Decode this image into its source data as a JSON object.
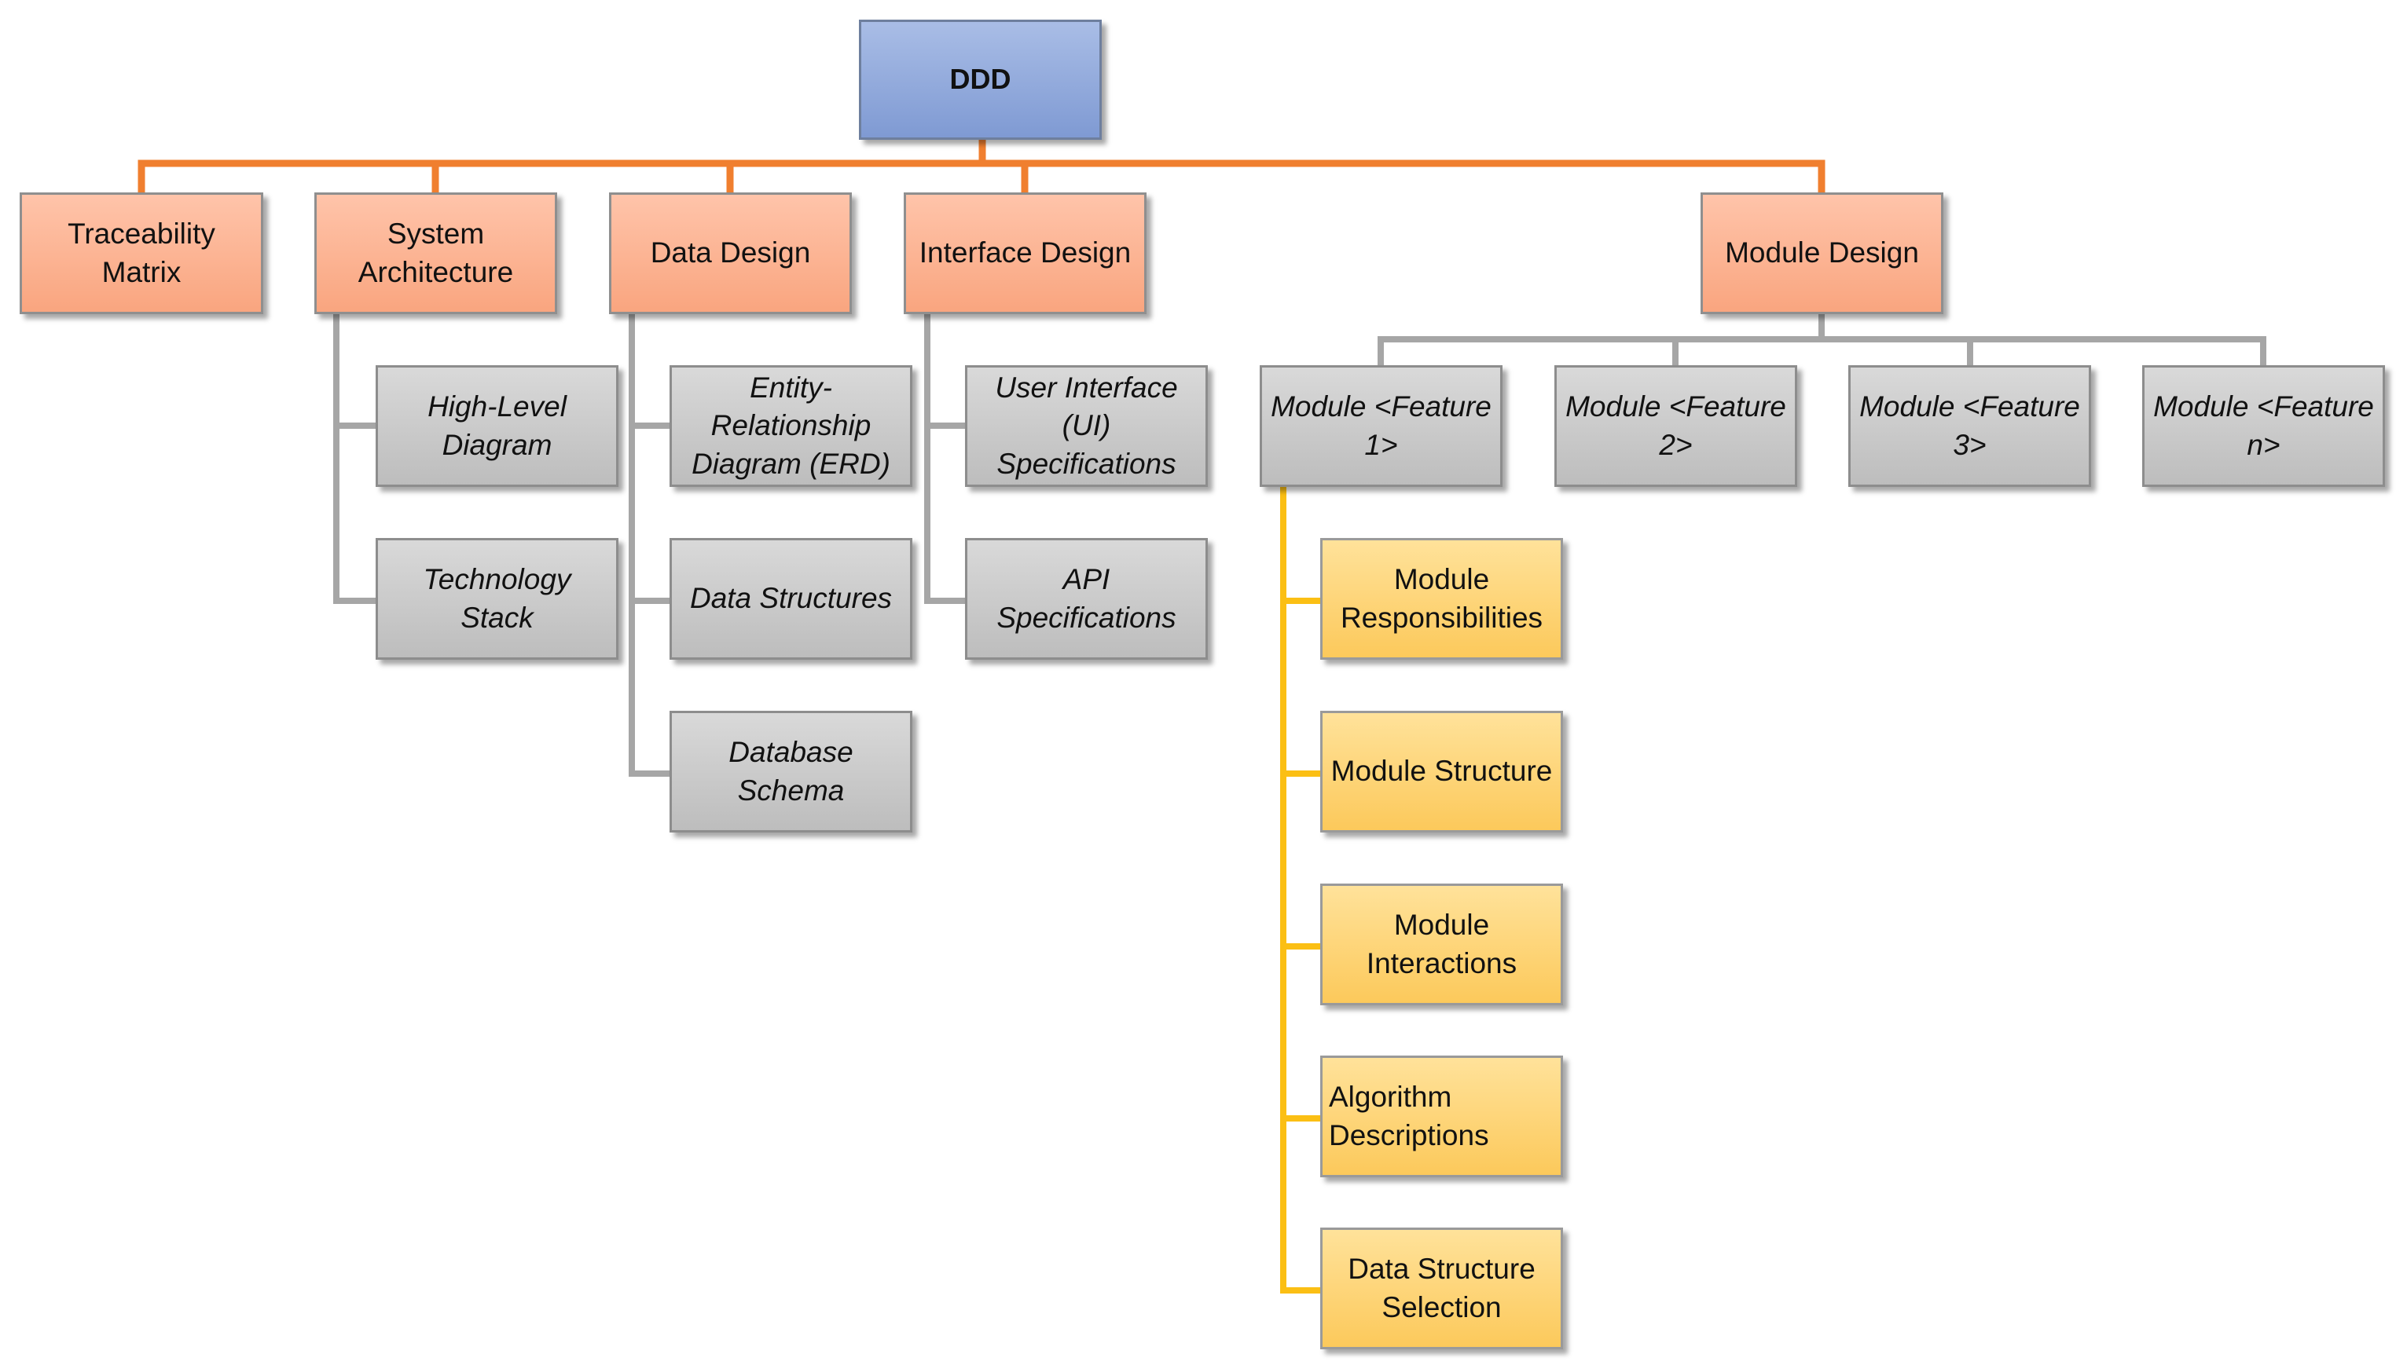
{
  "diagram": {
    "root": {
      "label": "DDD"
    },
    "level1": [
      {
        "label": "Traceability\nMatrix"
      },
      {
        "label": "System\nArchitecture"
      },
      {
        "label": "Data Design"
      },
      {
        "label": "Interface Design"
      },
      {
        "label": "Module Design"
      }
    ],
    "architecture_children": [
      {
        "label": "High-Level\nDiagram"
      },
      {
        "label": "Technology Stack"
      }
    ],
    "data_children": [
      {
        "label": "Entity-\nRelationship\nDiagram (ERD)"
      },
      {
        "label": "Data Structures"
      },
      {
        "label": "Database Schema"
      }
    ],
    "interface_children": [
      {
        "label": "User Interface\n(UI) Specifications"
      },
      {
        "label": "API Specifications"
      }
    ],
    "module_children": [
      {
        "label": "Module <Feature\n1>"
      },
      {
        "label": "Module <Feature\n2>"
      },
      {
        "label": "Module <Feature\n3>"
      },
      {
        "label": "Module <Feature\nn>"
      }
    ],
    "feature1_children": [
      {
        "label": "Module\nResponsibilities"
      },
      {
        "label": "Module Structure"
      },
      {
        "label": "Module\nInteractions"
      },
      {
        "label": "Algorithm\nDescriptions"
      },
      {
        "label": "Data Structure\nSelection"
      }
    ],
    "colors": {
      "root_fill": "#8fa8dc",
      "level1_fill": "#fbb493",
      "level2_fill": "#cccccc",
      "level3_fill": "#fdd67a",
      "orange_connector": "#f07f2f",
      "gray_connector": "#a6a6a6",
      "yellow_connector": "#fbbf14"
    }
  }
}
